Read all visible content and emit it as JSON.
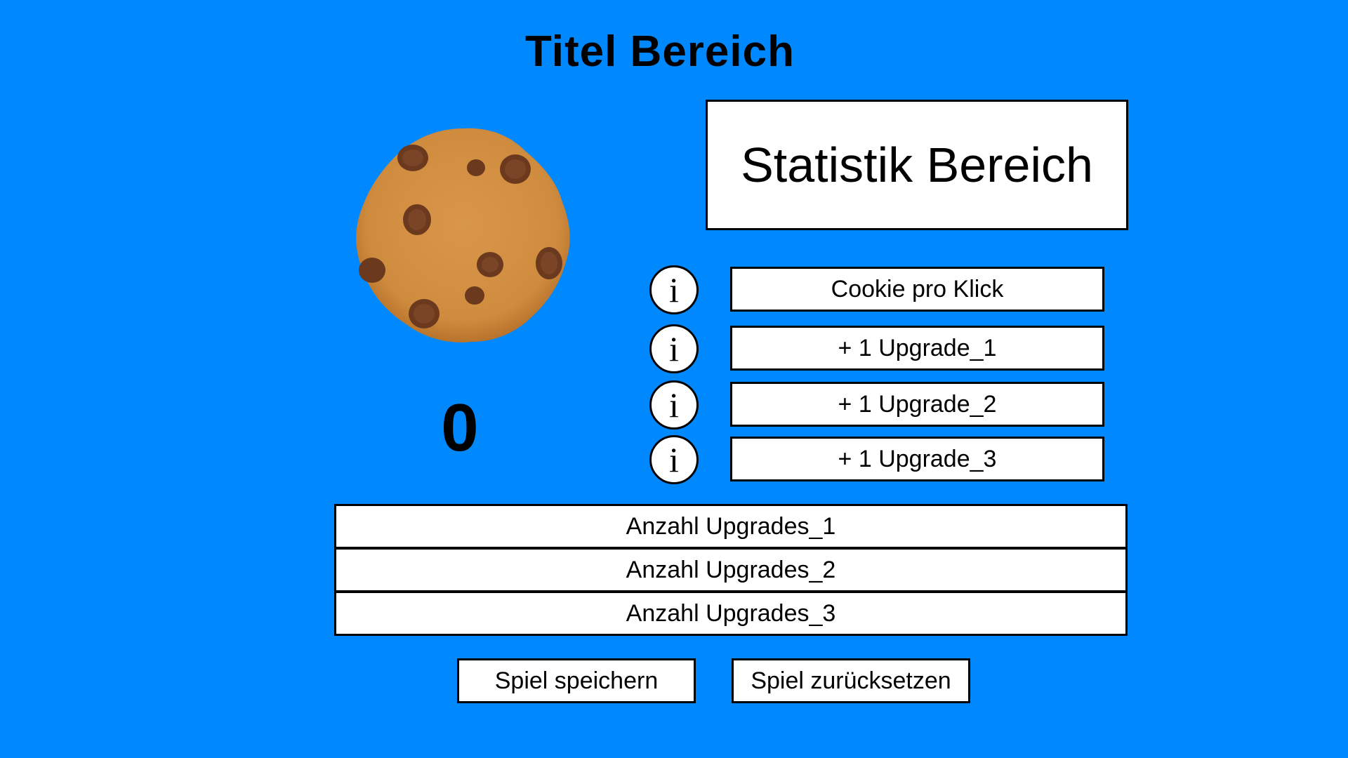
{
  "title": "Titel Bereich",
  "cookie": {
    "icon": "cookie-icon"
  },
  "counter": "0",
  "stats": {
    "label": "Statistik Bereich"
  },
  "upgrades": [
    {
      "info": "i",
      "label": "Cookie pro Klick"
    },
    {
      "info": "i",
      "label": "+ 1 Upgrade_1"
    },
    {
      "info": "i",
      "label": "+ 1 Upgrade_2"
    },
    {
      "info": "i",
      "label": "+ 1 Upgrade_3"
    }
  ],
  "counts": [
    "Anzahl Upgrades_1",
    "Anzahl Upgrades_2",
    "Anzahl Upgrades_3"
  ],
  "buttons": {
    "save": "Spiel speichern",
    "reset": "Spiel zurücksetzen"
  },
  "colors": {
    "background": "#0088ff",
    "cookie": "#d4913f",
    "chip": "#6b3a1e"
  }
}
